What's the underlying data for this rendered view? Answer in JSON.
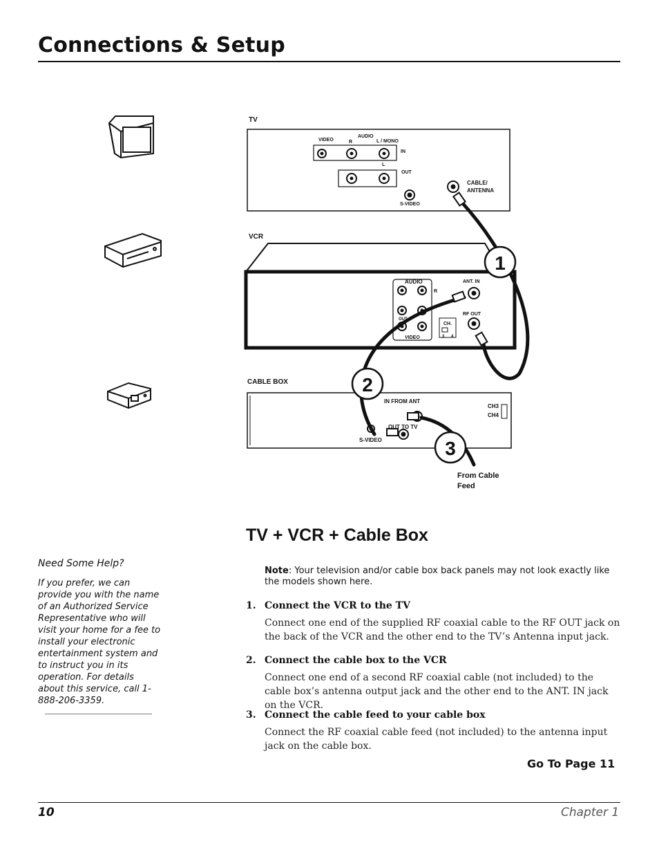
{
  "header": {
    "title": "Connections & Setup"
  },
  "diagram": {
    "tv_label": "TV",
    "vcr_label": "VCR",
    "cable_box_label": "CABLE BOX",
    "tv_panel": {
      "video": "VIDEO",
      "audio": "AUDIO",
      "r": "R",
      "l_mono": "L / MONO",
      "in": "IN",
      "l": "L",
      "out": "OUT",
      "s_video": "S-VIDEO",
      "cable_antenna_1": "CABLE/",
      "cable_antenna_2": "ANTENNA"
    },
    "vcr_panel": {
      "audio": "AUDIO",
      "r": "R",
      "out": "OUT",
      "video": "VIDEO",
      "ant_in": "ANT. IN",
      "rf_out": "RF OUT",
      "ch": "CH.",
      "ch3": "3",
      "ch4": "4"
    },
    "cable_panel": {
      "in_from_ant": "IN FROM ANT",
      "out_to_tv": "OUT TO TV",
      "s_video": "S-VIDEO",
      "ch3": "CH3",
      "ch4": "CH4"
    },
    "from_cable_1": "From Cable",
    "from_cable_2": "Feed",
    "callouts": [
      "1",
      "2",
      "3"
    ]
  },
  "section": {
    "heading": "TV + VCR + Cable Box"
  },
  "sidebar": {
    "help_title": "Need Some Help?",
    "help_body": "If you prefer, we can provide you with the name of an Authorized Service Representative who will visit your home for a fee to install your electronic entertainment system and to instruct you in its operation. For details about this service, call 1-888-206-3359."
  },
  "note": {
    "label": "Note",
    "text": ": Your television and/or cable box back panels may not look exactly like the models shown here."
  },
  "steps": [
    {
      "number": "1.",
      "title": "Connect the VCR to the TV",
      "body": "Connect one end of the supplied RF coaxial cable to the RF OUT jack on the back of the VCR and the other end to the TV’s Antenna input jack."
    },
    {
      "number": "2.",
      "title": "Connect the cable box to the VCR",
      "body": "Connect one end of a second RF coaxial cable (not included) to the cable box’s antenna output jack and the other end to the ANT. IN jack on the VCR."
    },
    {
      "number": "3.",
      "title": "Connect the cable feed to your cable box",
      "body": "Connect the RF coaxial cable feed (not included) to the antenna input jack on the cable box."
    }
  ],
  "go_to": "Go To Page 11",
  "footer": {
    "page_number": "10",
    "chapter": "Chapter 1"
  }
}
